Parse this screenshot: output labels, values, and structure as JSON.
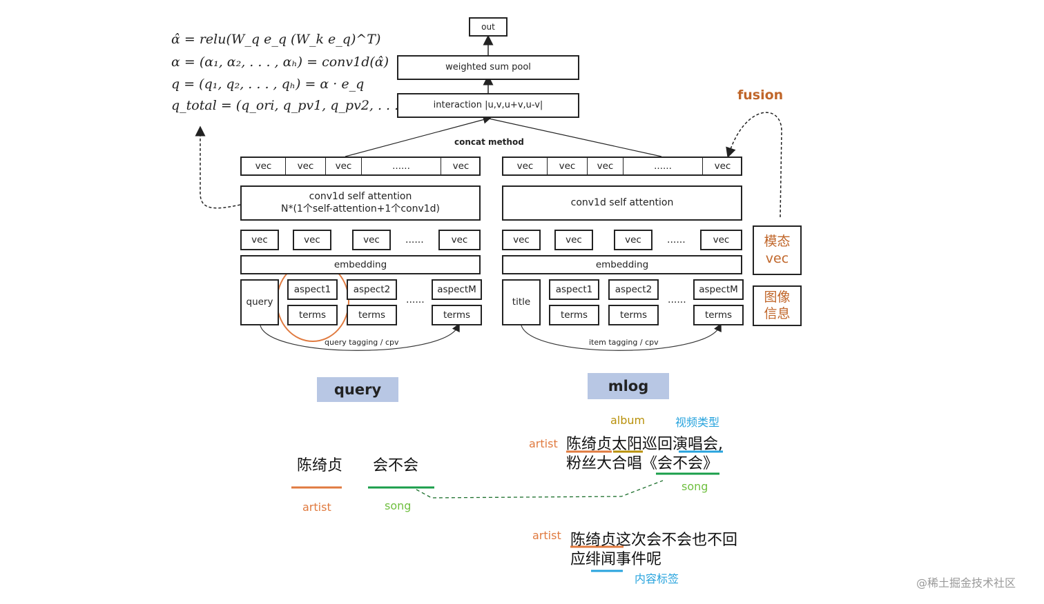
{
  "formulas": [
    "α̂ = relu(W_q e_q (W_k e_q)^T)",
    "α = (α₁, α₂, . . . , αₕ) = conv1d(α̂)",
    "q = (q₁, q₂, . . . , qₕ) = α · e_q",
    "q_total = (q_ori, q_pv1, q_pv2, . . . )"
  ],
  "top": {
    "out": "out",
    "weighted_sum_pool": "weighted sum pool",
    "interaction": "interaction |u,v,u+v,u-v|",
    "concat_method": "concat method",
    "fusion": "fusion"
  },
  "left": {
    "vec_row": [
      "vec",
      "vec",
      "vec",
      "......",
      "vec"
    ],
    "attention_line1": "conv1d self attention",
    "attention_line2": "N*(1个self-attention+1个conv1d)",
    "vec_row2": [
      "vec",
      "vec",
      "vec",
      "vec"
    ],
    "dots": "......",
    "embedding": "embedding",
    "query": "query",
    "aspect1": "aspect1",
    "aspect2": "aspect2",
    "aspectM": "aspectM",
    "terms": "terms",
    "tagging": "query tagging / cpv"
  },
  "right": {
    "vec_row": [
      "vec",
      "vec",
      "vec",
      "......",
      "vec"
    ],
    "attention": "conv1d self attention",
    "vec_row2": [
      "vec",
      "vec",
      "vec",
      "vec"
    ],
    "dots": "......",
    "embedding": "embedding",
    "title": "title",
    "aspect1": "aspect1",
    "aspect2": "aspect2",
    "aspectM": "aspectM",
    "terms": "terms",
    "tagging": "item tagging / cpv"
  },
  "side": {
    "modal_line1": "模态",
    "modal_line2": "vec",
    "image_line1": "图像",
    "image_line2": "信息"
  },
  "labels": {
    "query": "query",
    "mlog": "mlog"
  },
  "query_example": {
    "word1": "陈绮贞",
    "word2": "会不会",
    "tag1": "artist",
    "tag2": "song"
  },
  "mlog_example1": {
    "album": "album",
    "video_type": "视频类型",
    "artist": "artist",
    "line1": "陈绮贞太阳巡回演唱会,",
    "line2": "粉丝大合唱《会不会》",
    "song": "song"
  },
  "mlog_example2": {
    "artist": "artist",
    "line1": "陈绮贞这次会不会也不回",
    "line2": "应绯闻事件呢",
    "content_tag": "内容标签"
  },
  "watermark": "@稀土掘金技术社区",
  "colors": {
    "orange": "#e07a3f",
    "olive": "#b8900a",
    "blue": "#27a3dd",
    "green": "#1a9e4a",
    "lightgreen": "#6fbf3f",
    "brown": "#c0662a",
    "label_bg": "#b8c7e4"
  }
}
